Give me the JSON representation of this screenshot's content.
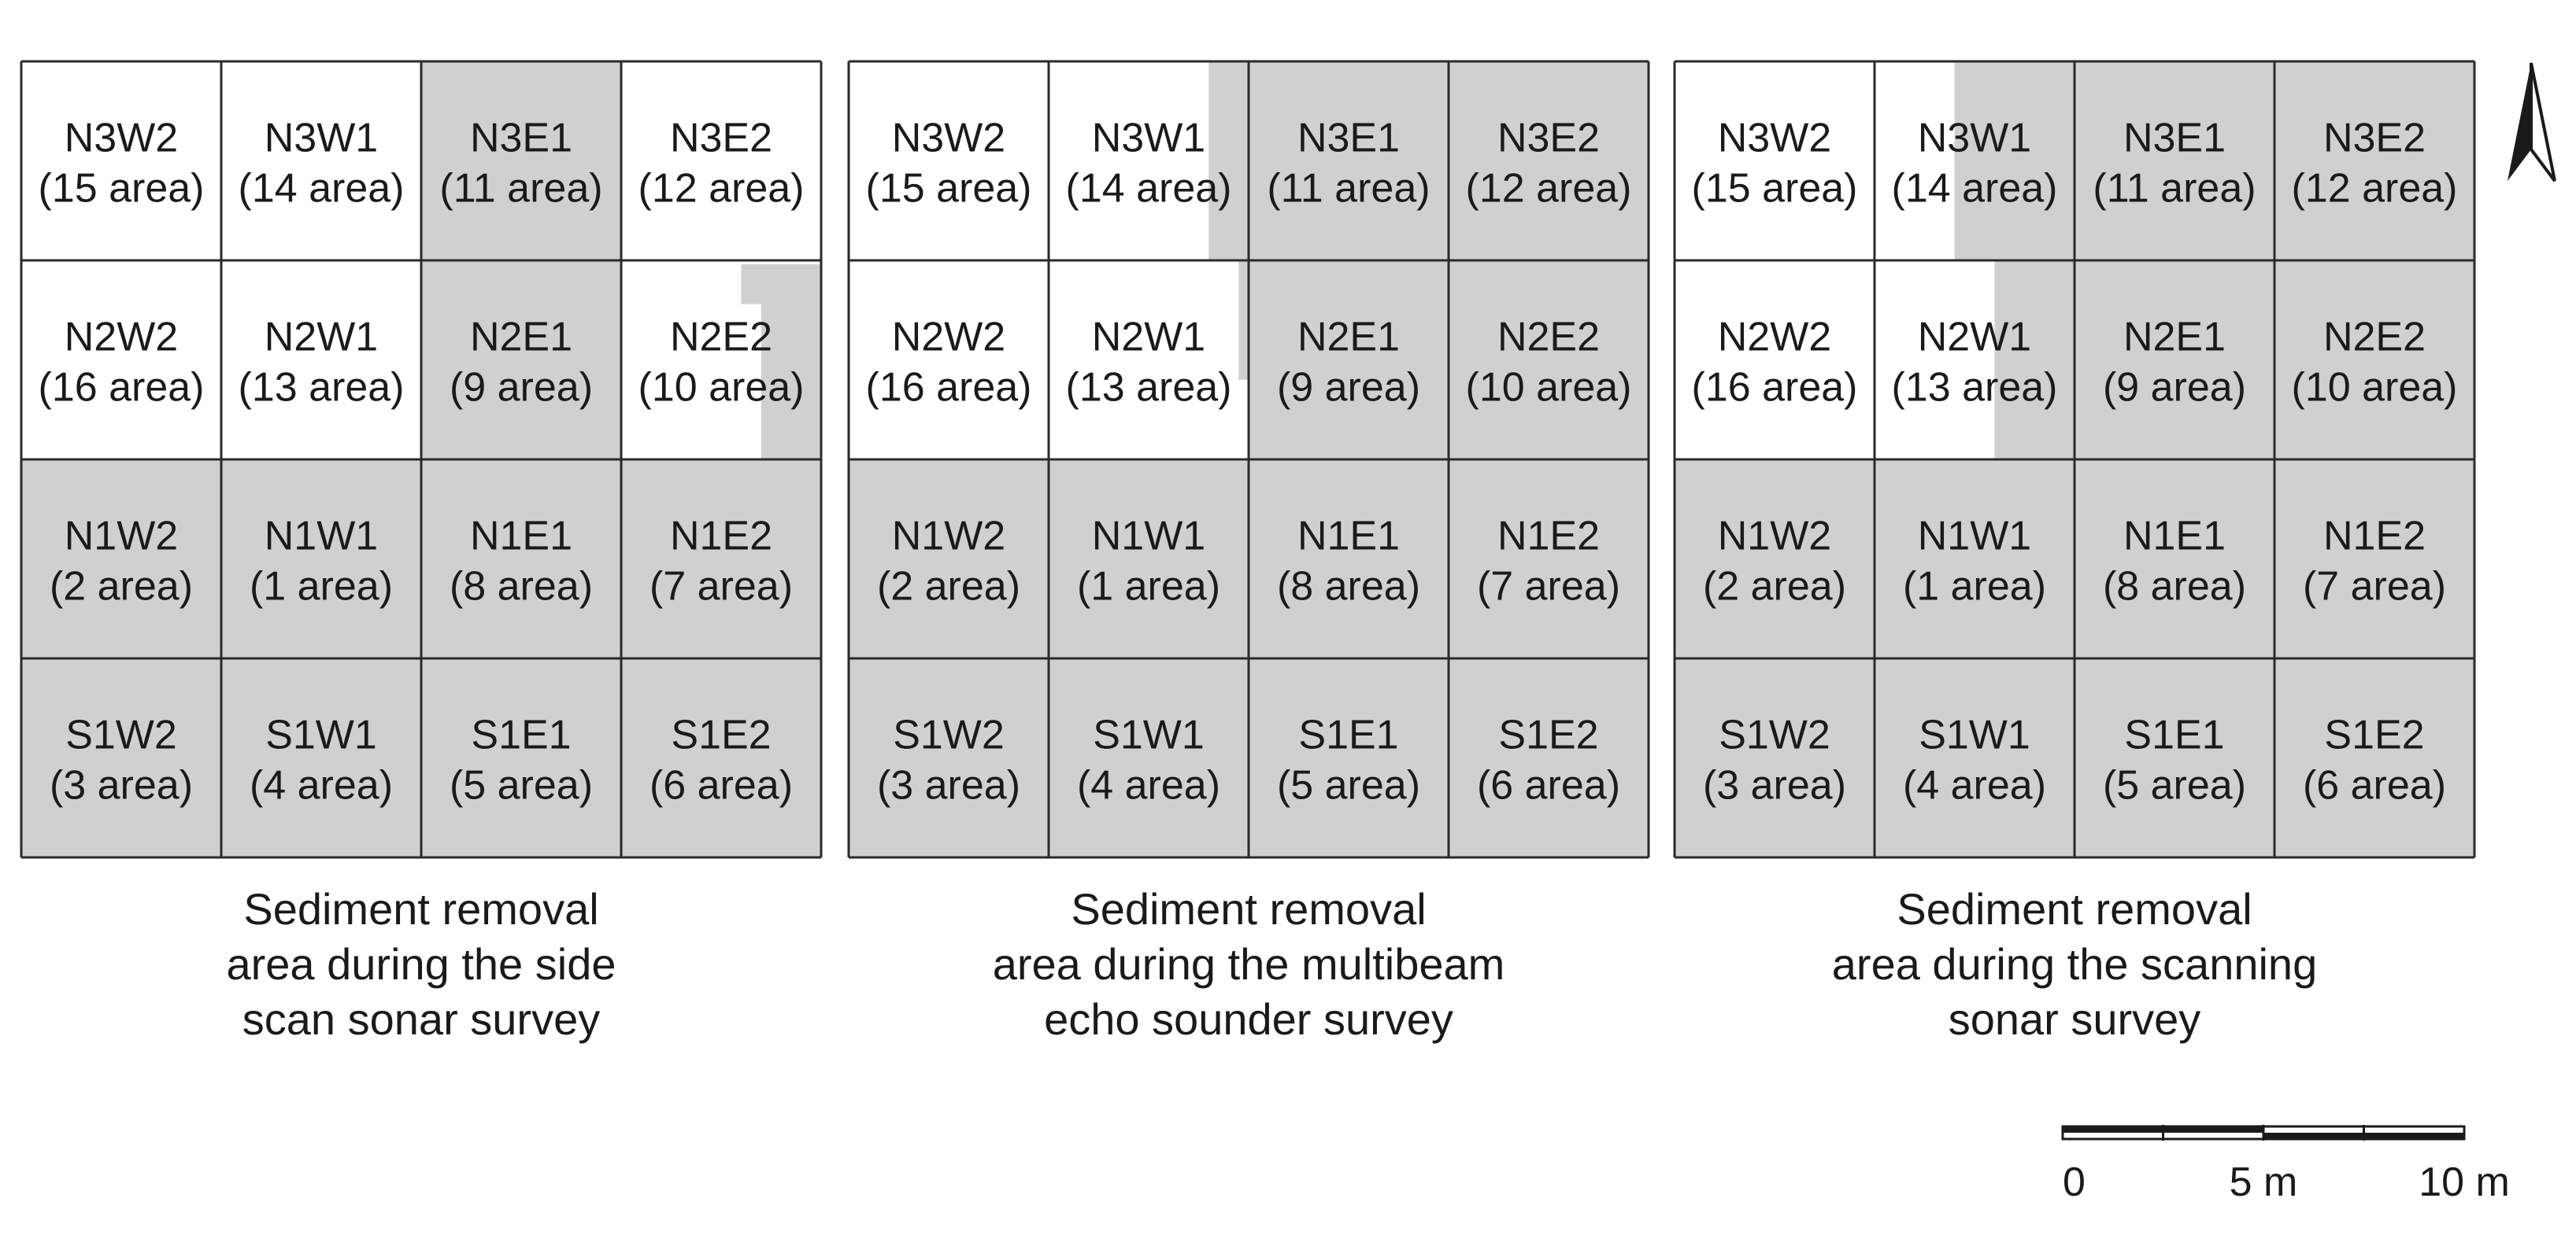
{
  "colors": {
    "removed": "#d0d0d0",
    "unremoved": "#ffffff",
    "grid_line": "#2a2a2a",
    "text": "#1a1a1a"
  },
  "grid_labels": [
    [
      [
        "N3W2",
        "(15 area)"
      ],
      [
        "N3W1",
        "(14 area)"
      ],
      [
        "N3E1",
        "(11 area)"
      ],
      [
        "N3E2",
        "(12 area)"
      ]
    ],
    [
      [
        "N2W2",
        "(16 area)"
      ],
      [
        "N2W1",
        "(13 area)"
      ],
      [
        "N2E1",
        "(9 area)"
      ],
      [
        "N2E2",
        "(10 area)"
      ]
    ],
    [
      [
        "N1W2",
        "(2 area)"
      ],
      [
        "N1W1",
        "(1 area)"
      ],
      [
        "N1E1",
        "(8 area)"
      ],
      [
        "N1E2",
        "(7 area)"
      ]
    ],
    [
      [
        "S1W2",
        "(3 area)"
      ],
      [
        "S1W1",
        "(4 area)"
      ],
      [
        "S1E1",
        "(5 area)"
      ],
      [
        "S1E2",
        "(6 area)"
      ]
    ]
  ],
  "panels": [
    {
      "id": "side-scan",
      "caption": [
        "Sediment removal",
        "area during the side",
        "scan sonar survey"
      ],
      "removed": [
        [
          false,
          false,
          true,
          false
        ],
        [
          false,
          false,
          true,
          false
        ],
        [
          true,
          true,
          true,
          true
        ],
        [
          true,
          true,
          true,
          true
        ]
      ],
      "partial_removal": [
        {
          "cell": "N2E2",
          "row": 1,
          "col": 3,
          "shape": "L-strip",
          "side": "right",
          "removed_fraction": 0.3
        }
      ]
    },
    {
      "id": "multibeam",
      "caption": [
        "Sediment removal",
        "area during the multibeam",
        "echo sounder survey"
      ],
      "removed": [
        [
          false,
          false,
          true,
          true
        ],
        [
          false,
          false,
          true,
          true
        ],
        [
          true,
          true,
          true,
          true
        ],
        [
          true,
          true,
          true,
          true
        ]
      ],
      "partial_removal": [
        {
          "cell": "N3W1",
          "row": 0,
          "col": 1,
          "shape": "strip",
          "side": "right",
          "removed_fraction": 0.2
        },
        {
          "cell": "N2W1",
          "row": 1,
          "col": 1,
          "shape": "strip",
          "side": "right",
          "removed_fraction": 0.05
        }
      ]
    },
    {
      "id": "scanning-sonar",
      "caption": [
        "Sediment removal",
        "area during the scanning",
        "sonar survey"
      ],
      "removed": [
        [
          false,
          false,
          true,
          true
        ],
        [
          false,
          false,
          true,
          true
        ],
        [
          true,
          true,
          true,
          true
        ],
        [
          true,
          true,
          true,
          true
        ]
      ],
      "partial_removal": [
        {
          "cell": "N3W1",
          "row": 0,
          "col": 1,
          "shape": "strip",
          "side": "right",
          "removed_fraction": 0.6
        },
        {
          "cell": "N2W1",
          "row": 1,
          "col": 1,
          "shape": "strip",
          "side": "right",
          "removed_fraction": 0.4
        }
      ]
    }
  ],
  "scale_bar": {
    "labels": [
      "0",
      "5 m",
      "10 m"
    ],
    "max_m": 10
  },
  "north_arrow": {
    "icon": "north-arrow-icon"
  }
}
